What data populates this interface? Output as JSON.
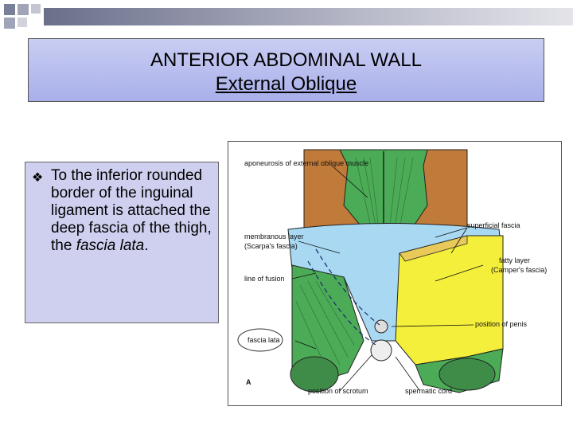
{
  "slide": {
    "title_line1": "ANTERIOR ABDOMINAL WALL",
    "title_line2": "External Oblique"
  },
  "bullet": {
    "icon": "diamond-bullet-icon",
    "text_part1": "To the inferior rounded border of the inguinal ligament is attached the deep fascia of the thigh, the ",
    "text_italic": "fascia lata",
    "text_part2": "."
  },
  "figure": {
    "labels": {
      "aponeurosis": "aponeurosis of external oblique muscle",
      "membranous_1": "membranous layer",
      "membranous_2": "(Scarpa's fascia)",
      "line_of_fusion": "line of fusion",
      "fascia_lata": "fascia lata",
      "superficial_fascia": "superficial fascia",
      "fatty_1": "fatty layer",
      "fatty_2": "(Camper's fascia)",
      "position_penis": "position of penis",
      "position_scrotum": "position of scrotum",
      "spermatic_cord": "spermatic cord",
      "panel_letter": "A"
    },
    "colors": {
      "muscle": "#4bab56",
      "aponeurosis": "#c07a3a",
      "scarpa": "#a8d8f2",
      "camper": "#f4ef3a",
      "outline": "#222222"
    }
  }
}
